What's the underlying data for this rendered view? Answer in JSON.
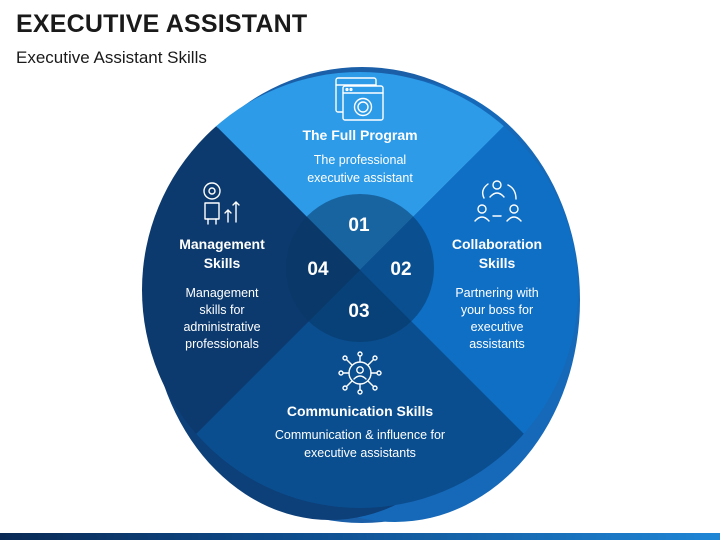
{
  "header": {
    "title": "EXECUTIVE ASSISTANT",
    "subtitle": "Executive Assistant Skills"
  },
  "colors": {
    "top": "#2d9be8",
    "right": "#0f6fc4",
    "bottom": "#0a4e8f",
    "left": "#0c3a6e",
    "center": "#083766",
    "outer_ring": "#1669b8"
  },
  "quadrants": [
    {
      "number": "01",
      "title": "The Full Program",
      "desc": [
        "The professional",
        "executive assistant"
      ],
      "icon": "browser-gear-icon"
    },
    {
      "number": "02",
      "title": [
        "Collaboration",
        "Skills"
      ],
      "desc": [
        "Partnering with",
        "your boss for",
        "executive",
        "assistants"
      ],
      "icon": "collaboration-cycle-icon"
    },
    {
      "number": "03",
      "title": "Communication Skills",
      "desc": [
        "Communication & influence for",
        "executive assistants"
      ],
      "icon": "network-person-icon"
    },
    {
      "number": "04",
      "title": [
        "Management",
        "Skills"
      ],
      "desc": [
        "Management",
        "skills for",
        "administrative",
        "professionals"
      ],
      "icon": "manager-growth-icon"
    }
  ]
}
